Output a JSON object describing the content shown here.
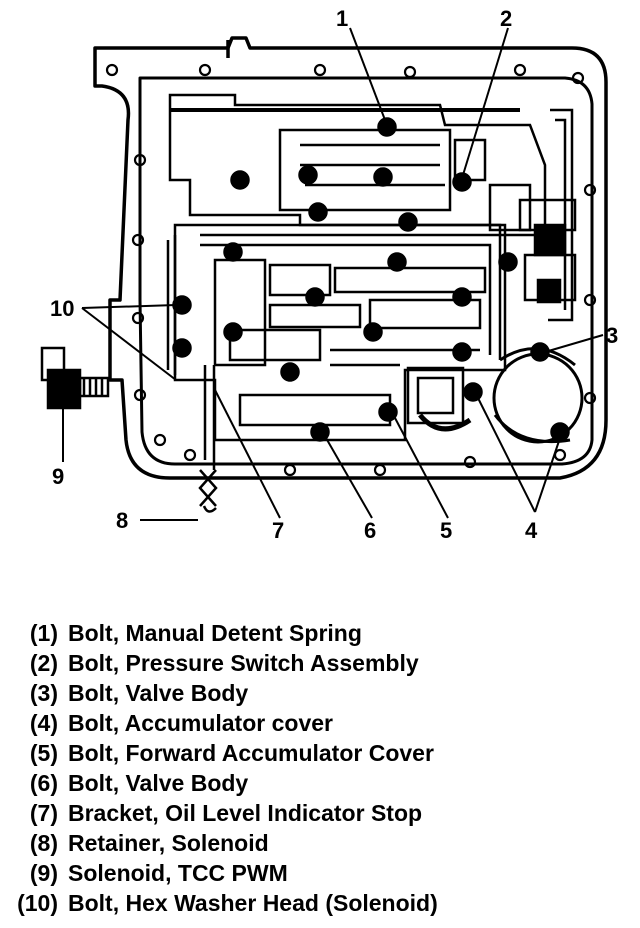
{
  "callouts": {
    "c1": "1",
    "c2": "2",
    "c3": "3",
    "c4": "4",
    "c5": "5",
    "c6": "6",
    "c7": "7",
    "c8": "8",
    "c9": "9",
    "c10": "10"
  },
  "legend": [
    {
      "num": "(1)",
      "text": "Bolt, Manual Detent Spring"
    },
    {
      "num": "(2)",
      "text": "Bolt, Pressure Switch Assembly"
    },
    {
      "num": "(3)",
      "text": "Bolt, Valve Body"
    },
    {
      "num": "(4)",
      "text": "Bolt, Accumulator cover"
    },
    {
      "num": "(5)",
      "text": "Bolt, Forward Accumulator Cover"
    },
    {
      "num": "(6)",
      "text": "Bolt, Valve Body"
    },
    {
      "num": "(7)",
      "text": "Bracket, Oil Level Indicator Stop"
    },
    {
      "num": "(8)",
      "text": "Retainer, Solenoid"
    },
    {
      "num": "(9)",
      "text": "Solenoid, TCC PWM"
    },
    {
      "num": "(10)",
      "text": "Bolt, Hex Washer Head (Solenoid)"
    }
  ]
}
